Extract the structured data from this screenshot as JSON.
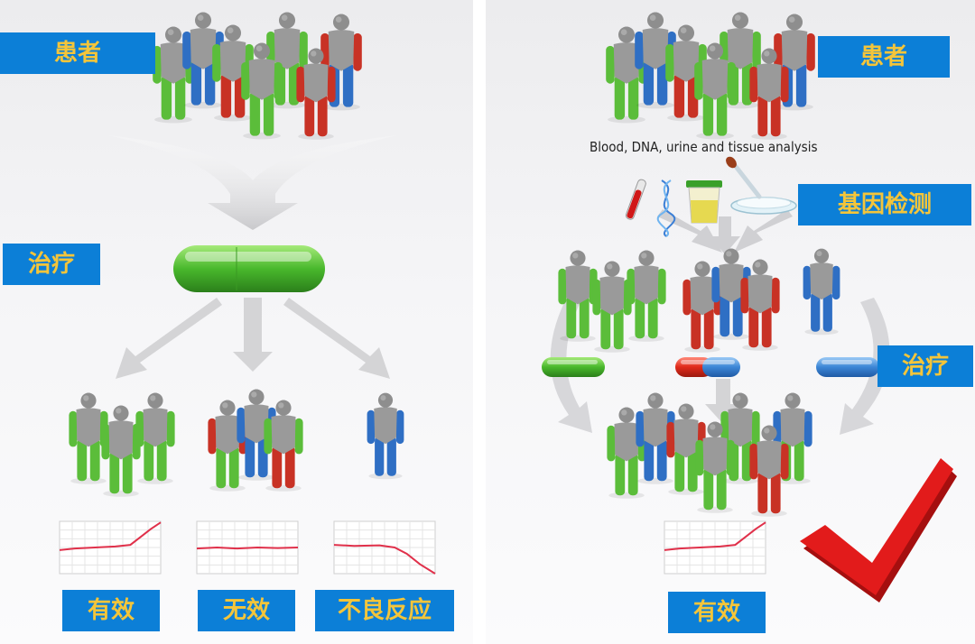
{
  "left": {
    "patients_label": "患者",
    "treatment_label": "治疗",
    "outcomes": [
      {
        "label": "有效"
      },
      {
        "label": "无效"
      },
      {
        "label": "不良反应"
      }
    ]
  },
  "right": {
    "patients_label": "患者",
    "analysis_caption": "Blood, DNA, urine and tissue analysis",
    "genetic_test_label": "基因检测",
    "treatment_label": "治疗",
    "outcome_label": "有效"
  },
  "colors": {
    "label_background": "#0c7fd7",
    "label_text": "#f4c53a",
    "person_green": "#5bbd3a",
    "person_blue": "#2f6fc4",
    "person_red": "#c83225",
    "person_gray": "#9a9a9a",
    "chart_line": "#e0304a",
    "checkmark": "#e01e1e"
  },
  "icons": [
    "person-figure-icon",
    "pill-icon",
    "test-tube-icon",
    "dna-icon",
    "urine-cup-icon",
    "pipette-dish-icon",
    "trend-chart-icon",
    "checkmark-icon"
  ]
}
